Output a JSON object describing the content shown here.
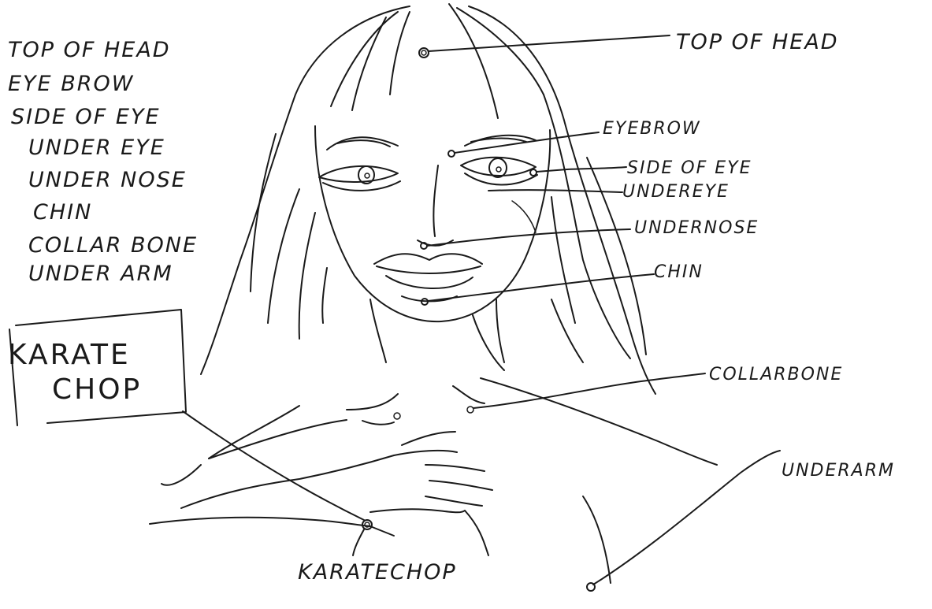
{
  "list": {
    "items": [
      "TOP OF HEAD",
      "EYE BROW",
      "SIDE OF EYE",
      "UNDER EYE",
      "UNDER NOSE",
      "CHIN",
      "COLLAR BONE",
      "UNDER ARM"
    ]
  },
  "box": {
    "line1": "KARATE",
    "line2": "CHOP"
  },
  "callouts": {
    "top_of_head": "TOP OF HEAD",
    "eyebrow": "EYEBROW",
    "side_of_eye": "SIDE OF EYE",
    "under_eye": "UNDEREYE",
    "under_nose": "UNDERNOSE",
    "chin": "CHIN",
    "collarbone": "COLLARBONE",
    "underarm": "UNDERARM",
    "karate_chop": "KARATECHOP"
  },
  "colors": {
    "ink": "#1a1a1a",
    "paper": "#ffffff"
  }
}
